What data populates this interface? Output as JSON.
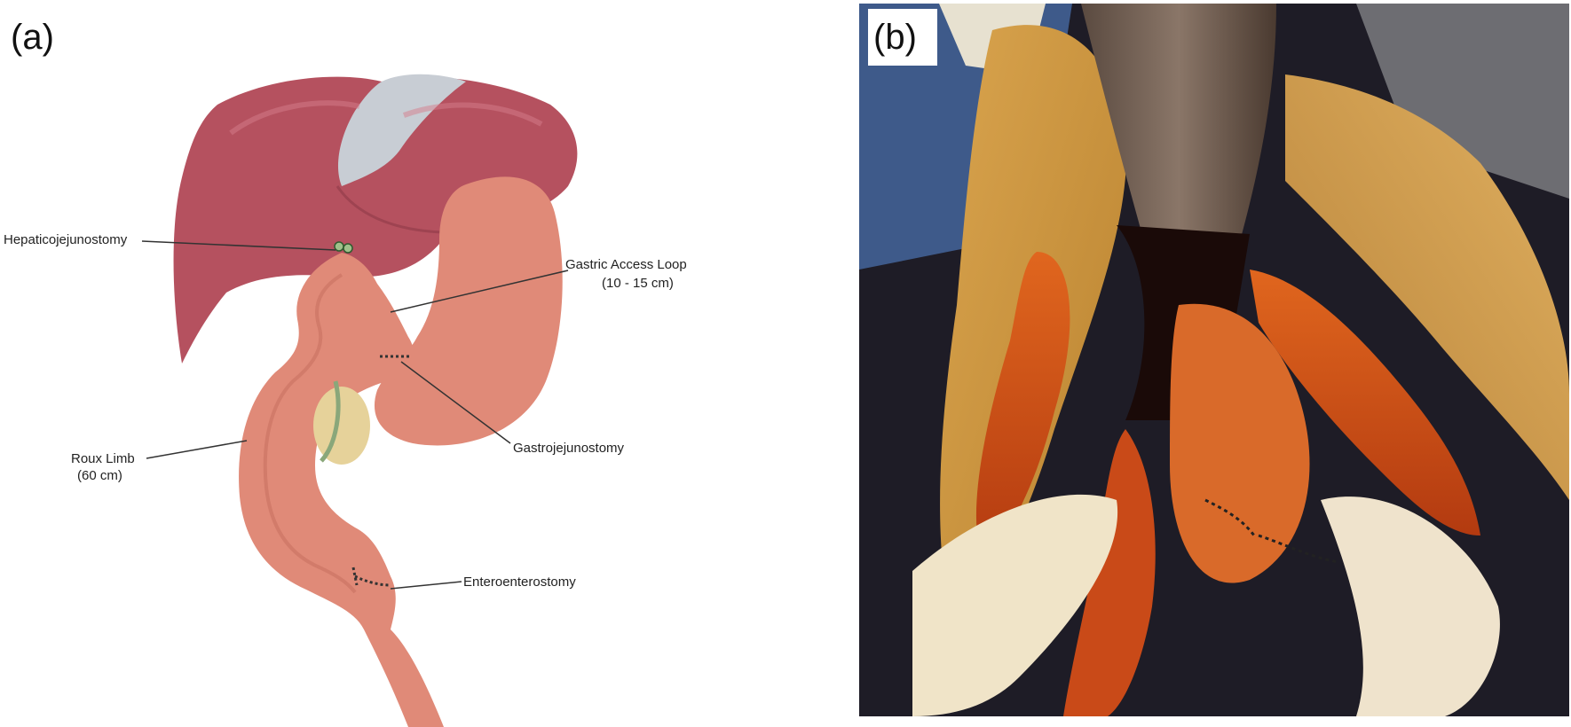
{
  "panels": [
    {
      "letter": "(a)"
    },
    {
      "letter": "(b)"
    }
  ],
  "diagram": {
    "labels": {
      "hepaticojejunostomy": "Hepaticojejunostomy",
      "gastric_access_loop_1": "Gastric Access Loop",
      "gastric_access_loop_2": "(10 - 15 cm)",
      "gastrojejunostomy": "Gastrojejunostomy",
      "roux_limb_1": "Roux Limb",
      "roux_limb_2": "(60 cm)",
      "enteroenterostomy": "Enteroenterostomy"
    }
  },
  "colors": {
    "liver": "#b5515f",
    "liver_dark": "#8f3a48",
    "bowel": "#e08a78",
    "bowel_dark": "#c46c5c",
    "gallbladder": "#e6d29a",
    "photo_bg": "#1e1c26"
  }
}
